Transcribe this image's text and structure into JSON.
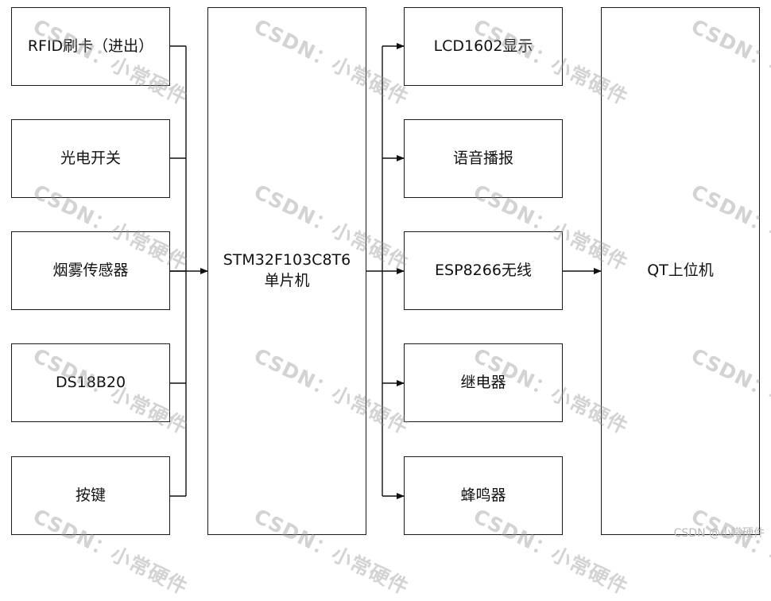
{
  "inputs": [
    {
      "label": "RFID刷卡（进出）"
    },
    {
      "label": "光电开关"
    },
    {
      "label": "烟雾传感器"
    },
    {
      "label": "DS18B20"
    },
    {
      "label": "按键"
    }
  ],
  "mcu": {
    "line1": "STM32F103C8T6",
    "line2": "单片机"
  },
  "outputs": [
    {
      "label": "LCD1602显示"
    },
    {
      "label": "语音播报"
    },
    {
      "label": "ESP8266无线"
    },
    {
      "label": "继电器"
    },
    {
      "label": "蜂鸣器"
    }
  ],
  "host": {
    "label": "QT上位机"
  },
  "watermark": {
    "text": "CSDN：小常硬件"
  },
  "footer": {
    "credit": "CSDN @小常硬件"
  }
}
